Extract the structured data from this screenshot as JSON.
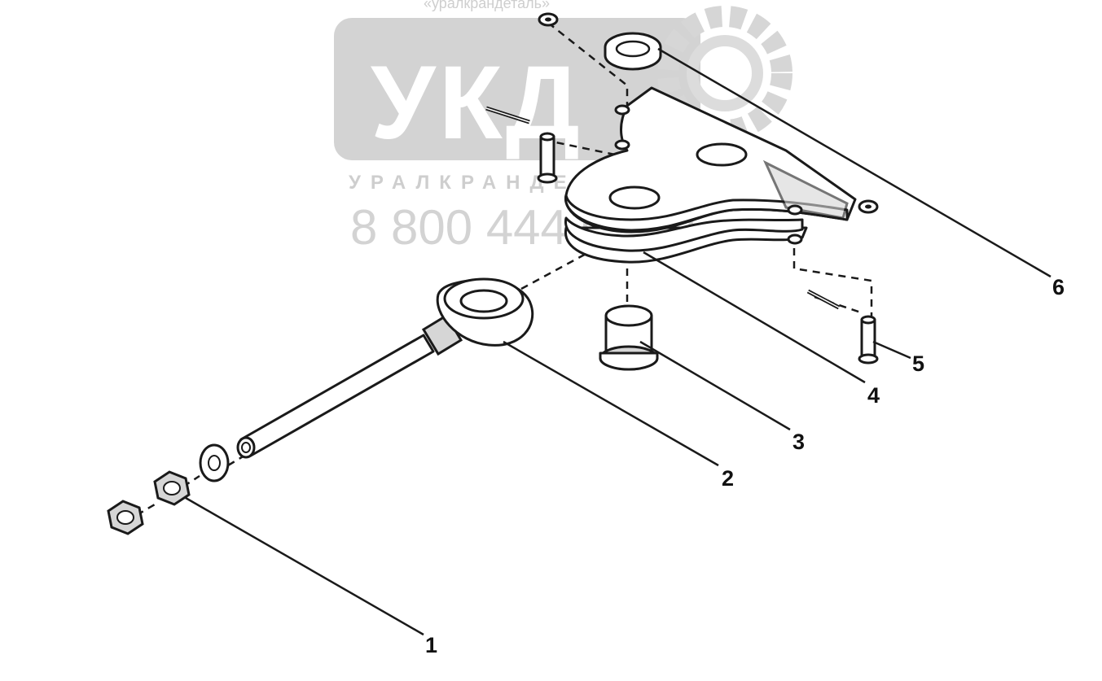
{
  "watermark": {
    "top_text": "«уралкрандеталь»",
    "logo_text": "УКД",
    "subtitle": "УРАЛКРАНДЕТАЛЬ",
    "phone": "8 800 444 00 41"
  },
  "callouts": [
    {
      "label": "1"
    },
    {
      "label": "2"
    },
    {
      "label": "3"
    },
    {
      "label": "4"
    },
    {
      "label": "5"
    },
    {
      "label": "6"
    }
  ]
}
